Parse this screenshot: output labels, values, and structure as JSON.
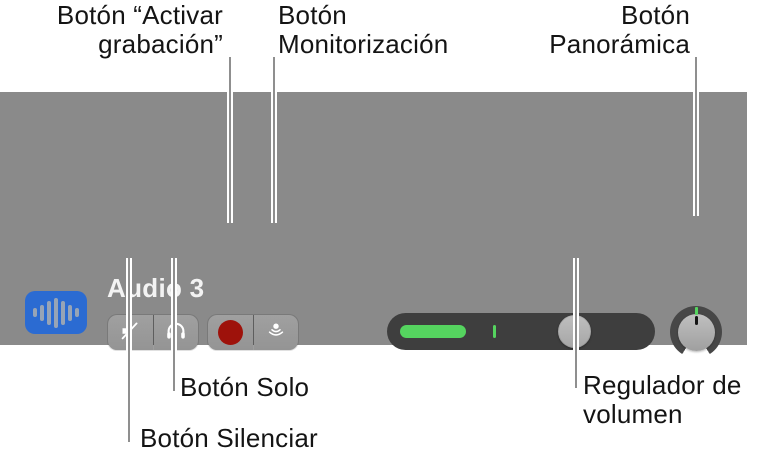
{
  "annotations": {
    "record": {
      "line1": "Botón “Activar",
      "line2": "grabación”"
    },
    "monitor": {
      "line1": "Botón",
      "line2": "Monitorización"
    },
    "pan": {
      "line1": "Botón",
      "line2": "Panorámica"
    },
    "solo": {
      "label": "Botón Solo"
    },
    "mute": {
      "label": "Botón Silenciar"
    },
    "volume": {
      "line1": "Regulador de",
      "line2": "volumen"
    }
  },
  "track": {
    "name": "Audio 3",
    "icons": {
      "track_icon": "audio-waveform-icon",
      "mute": "muted-speaker-icon",
      "solo": "headphones-icon",
      "record": "red-record-dot-icon",
      "monitor": "input-monitoring-icon"
    }
  },
  "colors": {
    "panel_gray": "#8a8a8a",
    "track_icon_blue": "#2b6bd2",
    "record_red": "#9e120b",
    "meter_green": "#55d45f",
    "slider_track": "#3e3e3e",
    "knob_gray": "#b2b2b2",
    "label_text": "#141414"
  }
}
